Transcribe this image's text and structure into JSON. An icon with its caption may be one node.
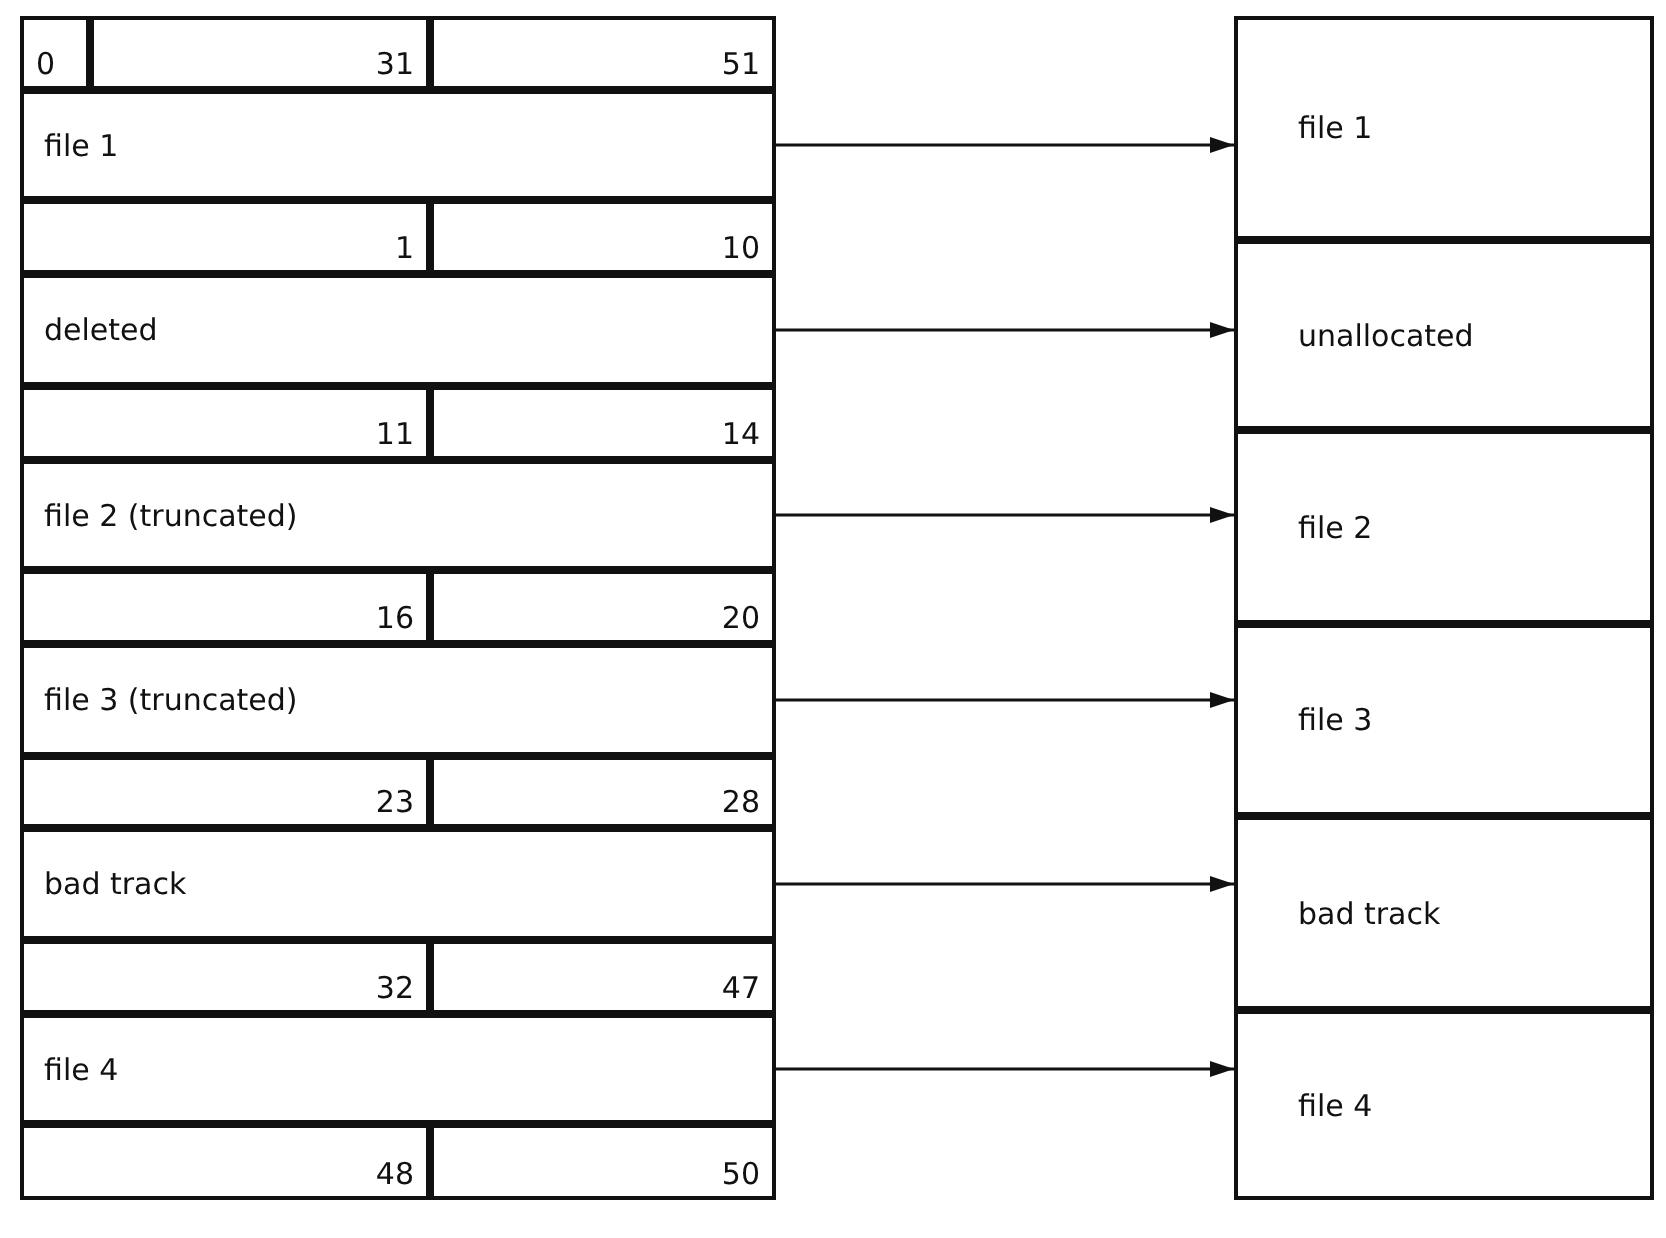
{
  "diagram": {
    "nodes": [
      {
        "text": [
          "file 1"
        ]
      },
      {
        "text": [
          "deleted"
        ]
      },
      {
        "text": [
          "file 2 (truncated)"
        ]
      },
      {
        "text": [
          "file 3 (truncated)"
        ]
      },
      {
        "text": [
          "bad track"
        ]
      },
      {
        "text": [
          "file 4"
        ]
      },
      {
        "text": [
          "file 1"
        ]
      },
      {
        "text": [
          "unallocated"
        ]
      },
      {
        "text": [
          "file 2"
        ]
      },
      {
        "text": [
          "file 3"
        ]
      },
      {
        "text": [
          "bad track"
        ]
      },
      {
        "text": [
          "file 4"
        ]
      }
    ],
    "edges": [
      {
        "from": 0,
        "to": 6,
        "arrow": "to"
      },
      {
        "from": 1,
        "to": 7,
        "arrow": "to"
      },
      {
        "from": 2,
        "to": 8,
        "arrow": "to"
      },
      {
        "from": 3,
        "to": 9,
        "arrow": "to"
      },
      {
        "from": 4,
        "to": 10,
        "arrow": "to"
      },
      {
        "from": 5,
        "to": 11,
        "arrow": "to"
      }
    ],
    "labels": [
      "0",
      "31",
      "51",
      "1",
      "10",
      "11",
      "14",
      "16",
      "20",
      "23",
      "28",
      "32",
      "47",
      "48",
      "50"
    ]
  }
}
